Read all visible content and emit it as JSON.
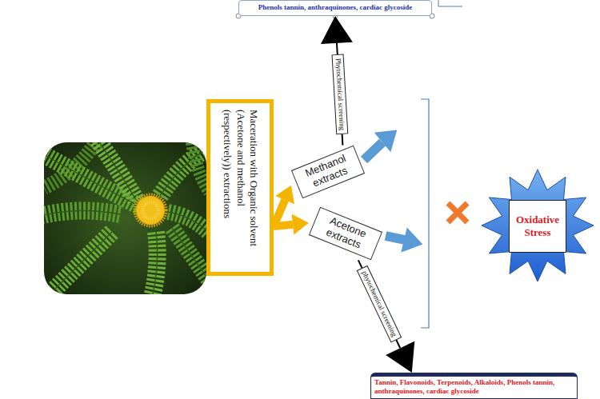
{
  "diagram": {
    "nodes": [
      {
        "text": [
          "Phenols tannin, anthraquinones, cardiac glycoside"
        ]
      },
      {
        "text": [
          "Maceration with Organic solvent (Acetone and methanol (respectively)) extractions"
        ]
      },
      {
        "text": [
          "Methanol extracts"
        ]
      },
      {
        "text": [
          "Acetone extracts"
        ]
      },
      {
        "text": [
          "Oxidative Stress"
        ]
      },
      {
        "text": [
          "Tannin, Flavonoids, Terpenoids, Alkaloids, Phenols tannin, anthraquinones, cardiac glycoside"
        ]
      }
    ],
    "edges": [
      {
        "from": 1,
        "to": 2,
        "arrow": "to"
      },
      {
        "from": 1,
        "to": 3,
        "arrow": "to"
      },
      {
        "from": 2,
        "to": 0,
        "arrow": "to",
        "label": "Phytochemical screening"
      },
      {
        "from": 3,
        "to": 5,
        "arrow": "to",
        "label": "phytochemical screening"
      }
    ]
  }
}
